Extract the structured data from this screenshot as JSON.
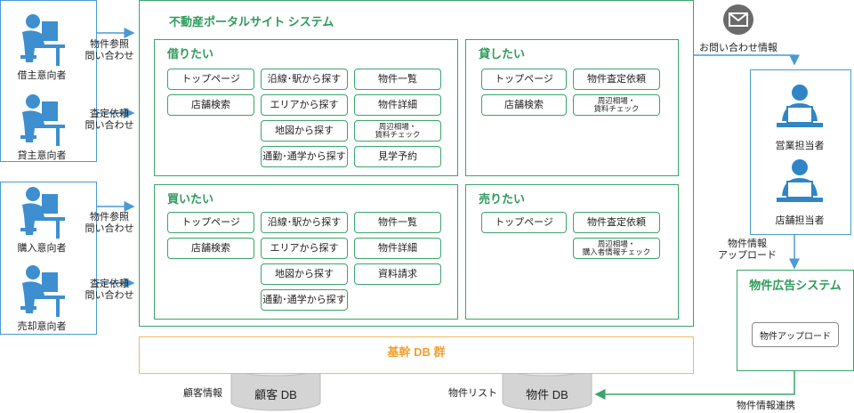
{
  "users_top": [
    "借主意向者",
    "貸主意向者"
  ],
  "users_bottom": [
    "購入意向者",
    "売却意向者"
  ],
  "arrow_labels": {
    "a1": "物件参照\n問い合わせ",
    "a2": "査定依頼\n問い合わせ",
    "a3": "物件参照\n問い合わせ",
    "a4": "査定依頼\n問い合わせ"
  },
  "system_title": "不動産ポータルサイト システム",
  "panels": {
    "borrow": {
      "title": "借りたい",
      "buttons": [
        "トップページ",
        "沿線･駅から探す",
        "物件一覧",
        "店舗検索",
        "エリアから探す",
        "物件詳細",
        "地図から探す",
        "周辺相場・\n賃料チェック",
        "通勤･通学から探す",
        "見学予約"
      ]
    },
    "lend": {
      "title": "貸したい",
      "buttons": [
        "トップページ",
        "物件査定依頼",
        "店舗検索",
        "周辺相場・\n賃料チェック"
      ]
    },
    "buy": {
      "title": "買いたい",
      "buttons": [
        "トップページ",
        "沿線･駅から探す",
        "物件一覧",
        "店舗検索",
        "エリアから探す",
        "物件詳細",
        "地図から探す",
        "資料請求",
        "通勤･通学から探す"
      ]
    },
    "sell": {
      "title": "売りたい",
      "buttons": [
        "トップページ",
        "物件査定依頼",
        "周辺相場・\n購入者情報チェック"
      ]
    }
  },
  "db_band_title": "基幹 DB 群",
  "db_customer": "顧客 DB",
  "db_property": "物件 DB",
  "label_customer_info": "顧客情報",
  "label_property_list": "物件リスト",
  "mail_label": "お問い合わせ情報",
  "staff": [
    "営業担当者",
    "店舗担当者"
  ],
  "upload_label": "物件情報\nアップロード",
  "ad_system_title": "物件広告システム",
  "ad_upload_button": "物件アップロード",
  "link_label": "物件情報連携",
  "colors": {
    "green": "#3aa56a",
    "blue": "#4a9ad4",
    "orange": "#f2b860",
    "arrow": "#4a9ad4"
  }
}
